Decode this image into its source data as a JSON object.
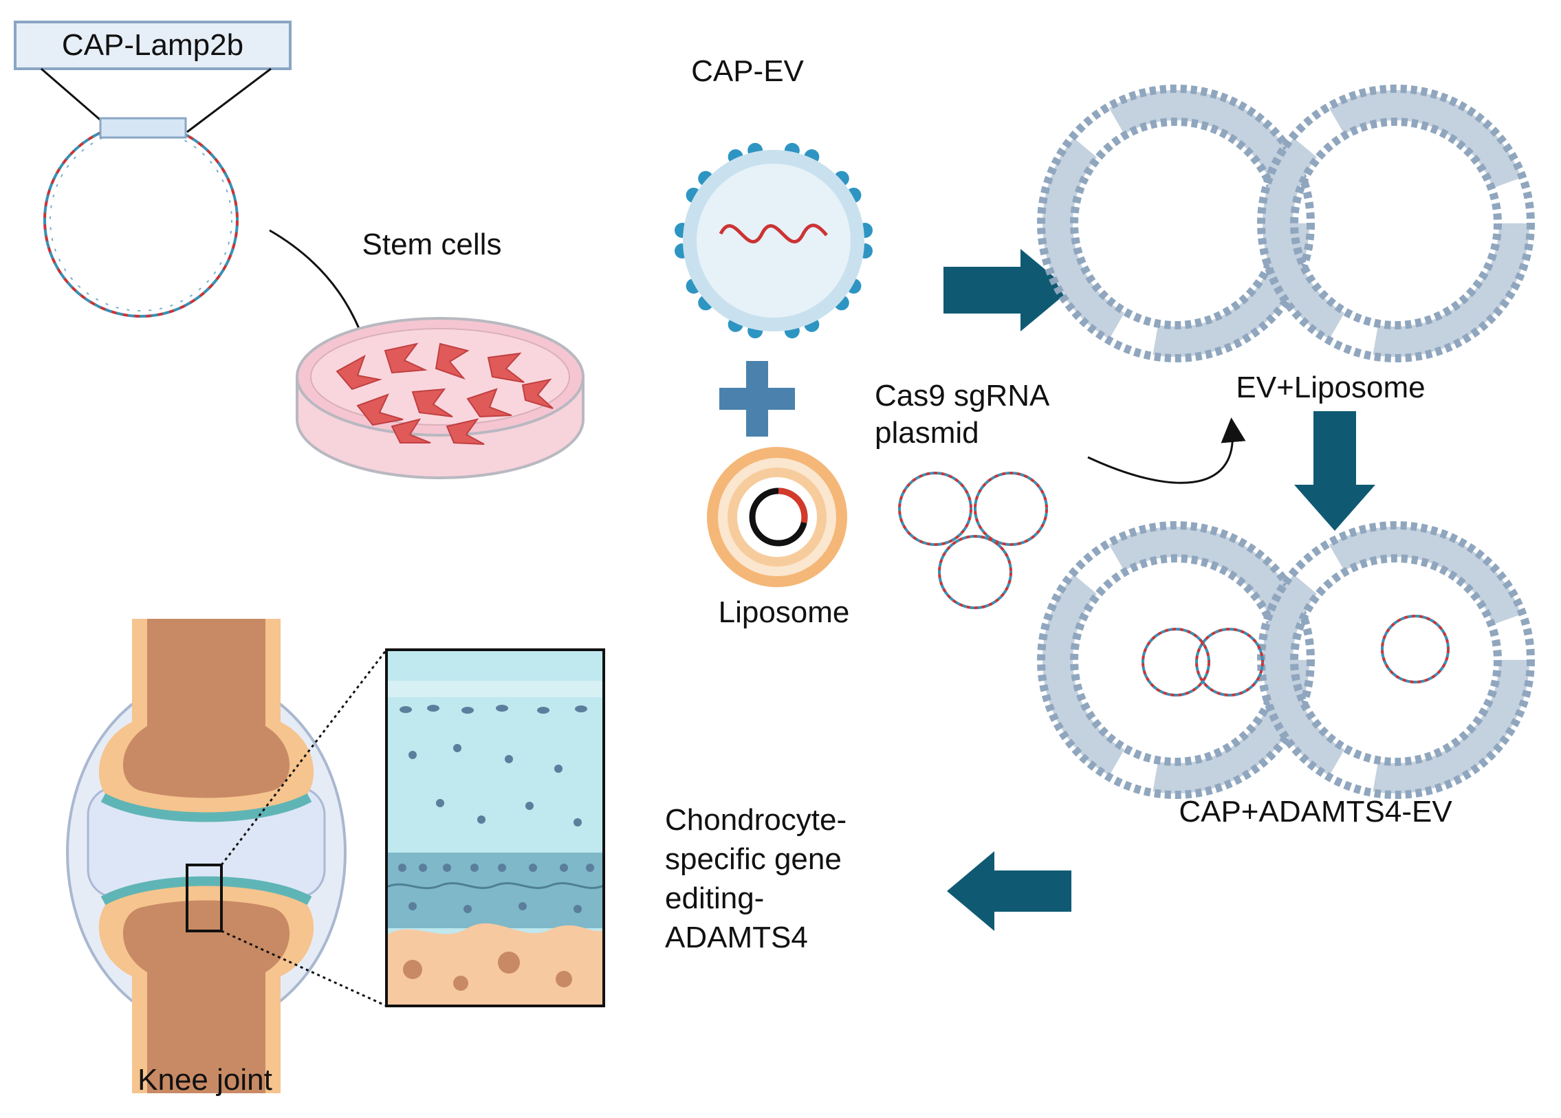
{
  "labels": {
    "cap_lamp2b": "CAP-Lamp2b",
    "stem_cells": "Stem cells",
    "cap_ev": "CAP-EV",
    "cas9_line1": "Cas9 sgRNA",
    "cas9_line2": "plasmid",
    "liposome": "Liposome",
    "ev_liposome": "EV+Liposome",
    "cap_adamts4_ev": "CAP+ADAMTS4-EV",
    "editing_line1": "Chondrocyte-",
    "editing_line2": "specific gene",
    "editing_line3": "editing-",
    "editing_line4": "ADAMTS4",
    "knee_joint": "Knee joint"
  },
  "colors": {
    "arrow": "#0f5a72",
    "plus": "#4a82ad",
    "dna_red": "#cc3333",
    "dna_blue": "#3a8fb5",
    "lipid_head": "#8fa6be",
    "lipid_tail": "#c4d1de",
    "dish_pink": "#f5c6d2",
    "cell_red": "#e05a5a",
    "ev_blue": "#2e95c2",
    "liposome_orange": "#f4b777",
    "bone_orange": "#f6c48e",
    "bone_brown": "#c88a64",
    "cartilage_teal": "#5fb5b5",
    "tissue_cyan": "#bfe8ef"
  },
  "icons": [
    "plasmid-icon",
    "petri-dish-icon",
    "extracellular-vesicle-icon",
    "plus-icon",
    "liposome-icon",
    "plasmid-trio-icon",
    "fused-membrane-icon",
    "knee-joint-icon",
    "cartilage-section-icon",
    "arrow-right-icon",
    "arrow-down-icon",
    "arrow-left-icon"
  ]
}
